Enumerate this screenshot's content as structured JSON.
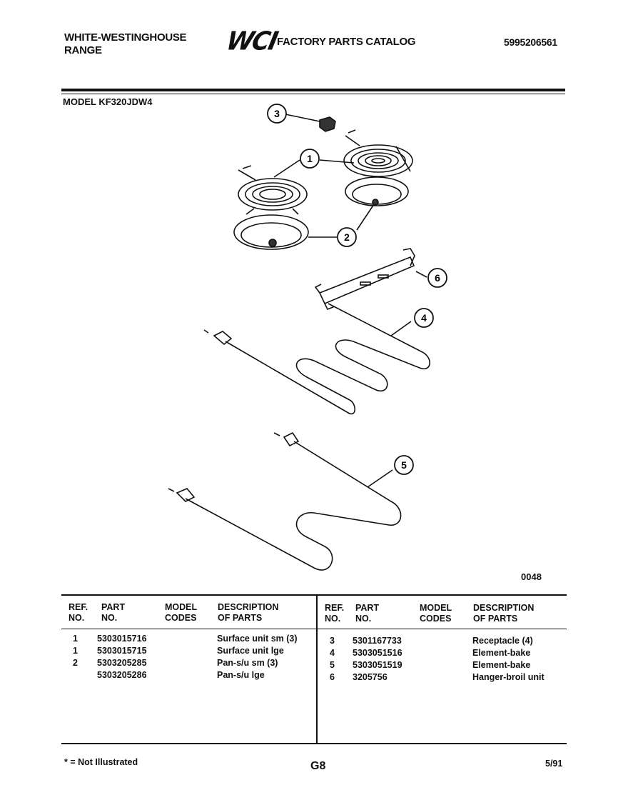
{
  "header": {
    "brand_line1": "WHITE-WESTINGHOUSE",
    "brand_line2": "RANGE",
    "logo": "WCI",
    "catalog_title": "FACTORY PARTS CATALOG",
    "catalog_number": "5995206561"
  },
  "model_line": "MODEL KF320JDW4",
  "diagram": {
    "callouts": [
      "1",
      "2",
      "3",
      "4",
      "5",
      "6"
    ],
    "figure_number": "0048"
  },
  "table": {
    "headers": {
      "ref": [
        "REF.",
        "NO."
      ],
      "part": [
        "PART",
        "NO."
      ],
      "model": [
        "MODEL",
        "CODES"
      ],
      "desc": [
        "DESCRIPTION",
        "OF PARTS"
      ]
    },
    "left_rows": [
      {
        "ref": "1",
        "part": "5303015716",
        "desc": "Surface unit sm (3)"
      },
      {
        "ref": "1",
        "part": "5303015715",
        "desc": "Surface unit lge"
      },
      {
        "ref": "2",
        "part": "5303205285",
        "desc": "Pan-s/u sm (3)"
      },
      {
        "ref": "",
        "part": "5303205286",
        "desc": "Pan-s/u lge"
      }
    ],
    "right_rows": [
      {
        "ref": "3",
        "part": "5301167733",
        "desc": "Receptacle (4)"
      },
      {
        "ref": "4",
        "part": "5303051516",
        "desc": "Element-bake"
      },
      {
        "ref": "5",
        "part": "5303051519",
        "desc": "Element-bake"
      },
      {
        "ref": "6",
        "part": "3205756",
        "desc": "Hanger-broil unit"
      }
    ]
  },
  "footer": {
    "note": "* = Not Illustrated",
    "page": "G8",
    "date": "5/91"
  }
}
